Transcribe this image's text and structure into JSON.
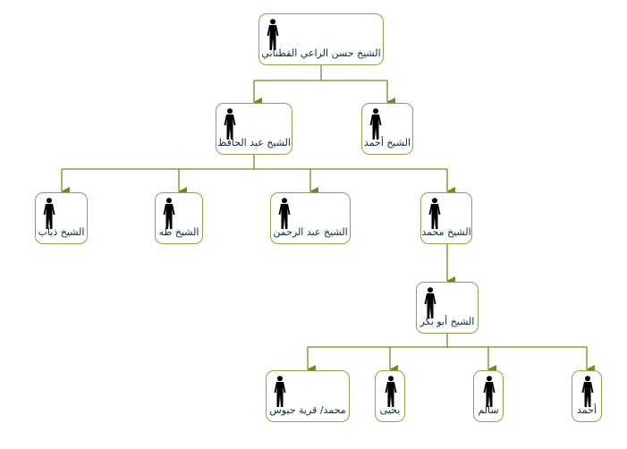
{
  "colors": {
    "line": "#6b8e23",
    "border": "#8aa64a",
    "text": "#0b2b3a"
  },
  "nodes": {
    "root": "الشيخ حسن الراعي القطناني",
    "abdulhafez": "الشيخ عبد الحافظ",
    "ahmad1": "الشيخ أحمد",
    "thiab": "الشيخ ذياب",
    "taha": "الشيخ طه",
    "abdulrahman": "الشيخ عبد الرحمن",
    "mohammad": "الشيخ محمد",
    "abubakr": "الشيخ أبو بكر",
    "mohammad2": "محمد/ قرية جيوس",
    "yahya": "يحيى",
    "salem": "سالم",
    "ahmad2": "أحمد"
  }
}
